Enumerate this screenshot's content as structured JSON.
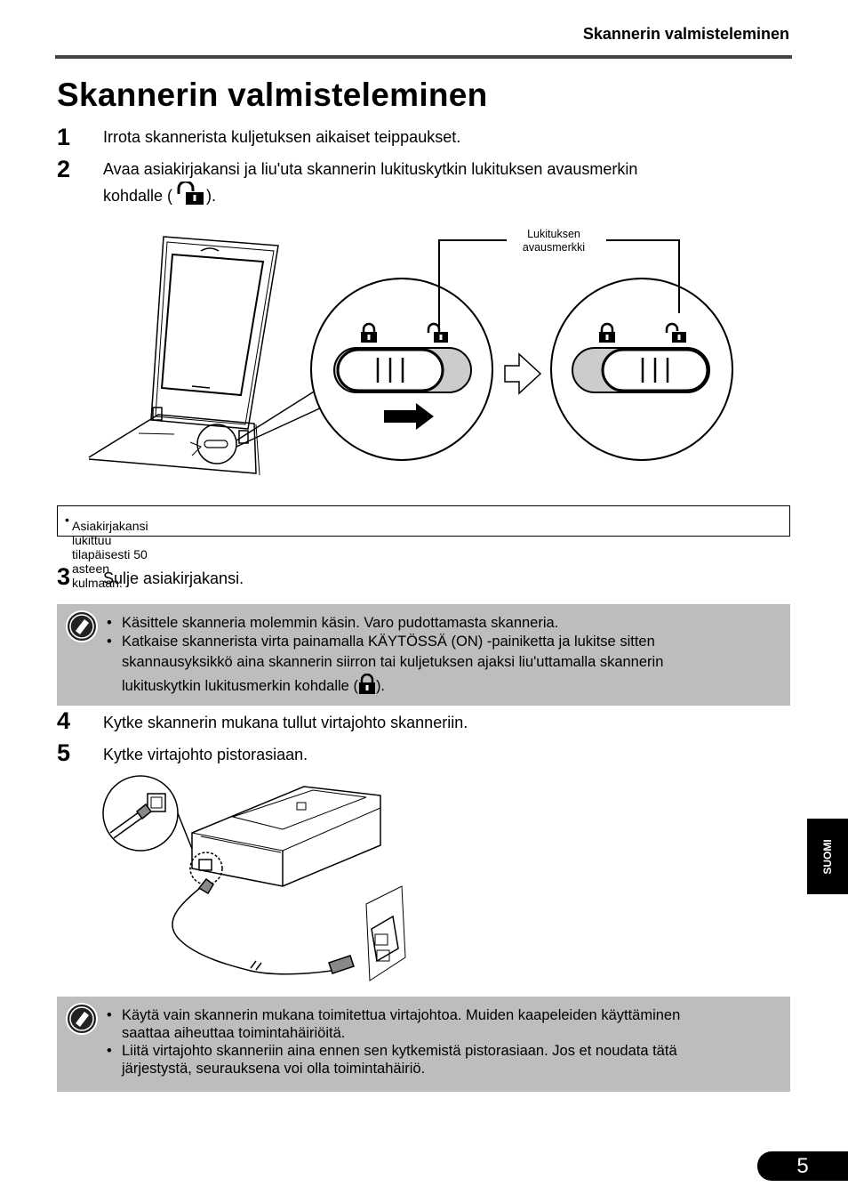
{
  "header": {
    "running_title": "Skannerin valmisteleminen"
  },
  "page_title": "Skannerin valmisteleminen",
  "steps": [
    {
      "number": "1",
      "text": "Irrota skannerista kuljetuksen aikaiset teippaukset."
    },
    {
      "number": "2",
      "text_line1": "Avaa asiakirjakansi ja liu'uta skannerin lukituskytkin lukituksen avausmerkin",
      "text_line2_pre": "kohdalle (",
      "text_line2_post": ")."
    },
    {
      "number": "3",
      "text": "Sulje asiakirjakansi."
    },
    {
      "number": "4",
      "text": "Kytke skannerin mukana tullut virtajohto skanneriin."
    },
    {
      "number": "5",
      "text": "Kytke virtajohto pistorasiaan."
    }
  ],
  "figure1": {
    "callout_line1": "Lukituksen",
    "callout_line2": "avausmerkki"
  },
  "note": {
    "bullet": "Asiakirjakansi lukittuu tilapäisesti 50 asteen kulmaan."
  },
  "caution1": {
    "items": [
      "Käsittele skanneria molemmin käsin. Varo pudottamasta skanneria.",
      "Katkaise skannerista virta painamalla KÄYTÖSSÄ (ON) -painiketta ja lukitse sitten"
    ],
    "line3": "skannausyksikkö aina skannerin siirron tai kuljetuksen ajaksi liu'uttamalla skannerin",
    "line4_pre": "lukituskytkin lukitusmerkin kohdalle (",
    "line4_post": ")."
  },
  "caution2": {
    "items": [
      {
        "line1": "Käytä vain skannerin mukana toimitettua virtajohtoa. Muiden kaapeleiden käyttäminen",
        "line2": "saattaa aiheuttaa toimintahäiriöitä."
      },
      {
        "line1": "Liitä virtajohto skanneriin aina ennen sen kytkemistä pistorasiaan. Jos et noudata tätä",
        "line2": "järjestystä, seurauksena voi olla toimintahäiriö."
      }
    ]
  },
  "side_tab": "SUOMI",
  "page_number": "5"
}
